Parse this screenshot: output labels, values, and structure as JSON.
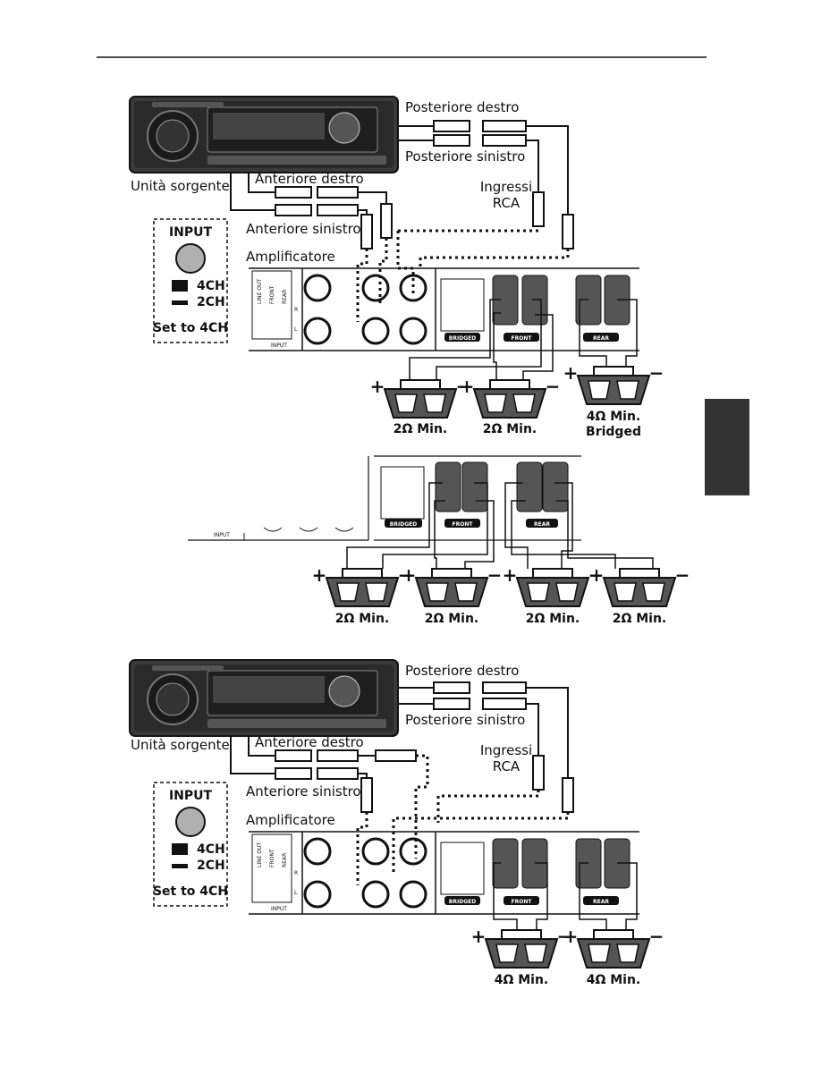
{
  "colors": {
    "ink": "#111111",
    "panel": "#3a3a3a",
    "tab": "#333333",
    "knob": "#b0b0b0"
  },
  "diagrams": [
    {
      "id": "d1",
      "labels": {
        "rear_right": "Posteriore destro",
        "rear_left": "Posteriore sinistro",
        "rca_inputs_1": "Ingressi",
        "rca_inputs_2": "RCA",
        "source_unit": "Unità sorgente",
        "front_right": "Anteriore destro",
        "front_left": "Anteriore sinistro",
        "amplifier": "Amplificatore"
      },
      "input_selector": {
        "title": "INPUT",
        "opt_4ch": "4CH",
        "opt_2ch": "2CH",
        "setting": "Set to 4CH"
      },
      "amp_panel": {
        "line_out": "LINE OUT",
        "front": "FRONT",
        "rear": "REAR",
        "r": "R",
        "l": "L",
        "input": "INPUT",
        "bridged": "BRIDGED",
        "front_tab": "FRONT",
        "rear_tab": "REAR"
      },
      "speakers": [
        {
          "impedance": "2Ω Min.",
          "note": ""
        },
        {
          "impedance": "2Ω Min.",
          "note": ""
        },
        {
          "impedance": "4Ω Min.",
          "note": "Bridged"
        }
      ]
    },
    {
      "id": "d2",
      "amp_panel": {
        "input": "INPUT",
        "bridged": "BRIDGED",
        "front_tab": "FRONT",
        "rear_tab": "REAR"
      },
      "speakers": [
        {
          "impedance": "2Ω Min."
        },
        {
          "impedance": "2Ω Min."
        },
        {
          "impedance": "2Ω Min."
        },
        {
          "impedance": "2Ω Min."
        }
      ]
    },
    {
      "id": "d3",
      "labels": {
        "rear_right": "Posteriore destro",
        "rear_left": "Posteriore sinistro",
        "rca_inputs_1": "Ingressi",
        "rca_inputs_2": "RCA",
        "source_unit": "Unità sorgente",
        "front_right": "Anteriore destro",
        "front_left": "Anteriore sinistro",
        "amplifier": "Amplificatore"
      },
      "input_selector": {
        "title": "INPUT",
        "opt_4ch": "4CH",
        "opt_2ch": "2CH",
        "setting": "Set to 4CH"
      },
      "amp_panel": {
        "line_out": "LINE OUT",
        "front": "FRONT",
        "rear": "REAR",
        "r": "R",
        "l": "L",
        "input": "INPUT",
        "bridged": "BRIDGED",
        "front_tab": "FRONT",
        "rear_tab": "REAR"
      },
      "speakers": [
        {
          "impedance": "4Ω Min."
        },
        {
          "impedance": "4Ω Min."
        }
      ]
    }
  ]
}
